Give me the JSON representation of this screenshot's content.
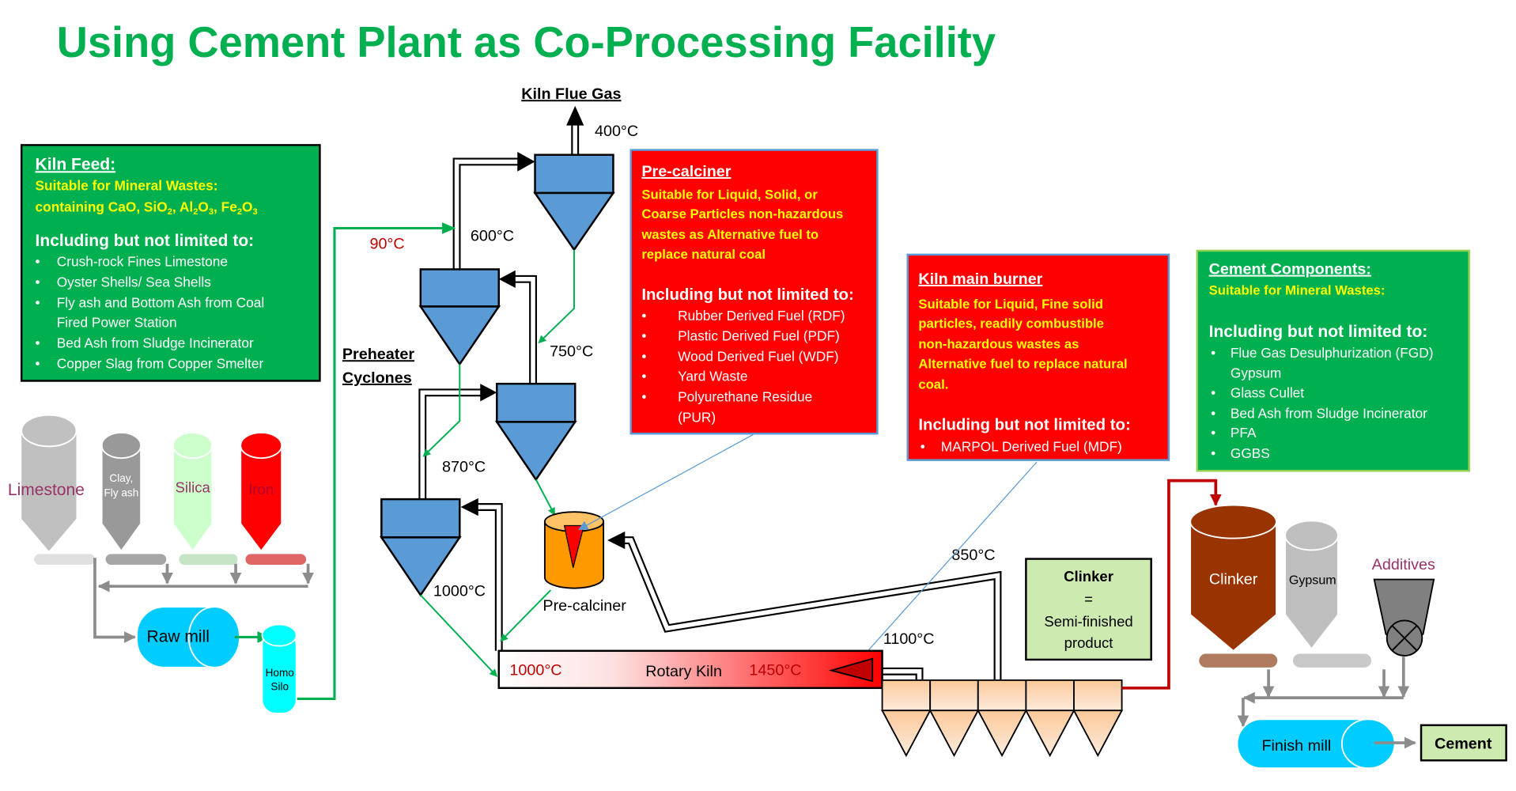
{
  "title": "Using Cement Plant as Co-Processing Facility",
  "colors": {
    "title_green": "#00B050",
    "box_green": "#00B050",
    "box_red": "#FF0000",
    "yellow_text": "#FFFF00",
    "cyclone_blue": "#5B9BD5",
    "flow_green": "#00B050",
    "clinker_red": "#C00000",
    "label_purple": "#993366"
  },
  "kiln_feed": {
    "title": "Kiln Feed:",
    "suitable": "Suitable for Mineral Wastes:",
    "formula": [
      "containing CaO, SiO",
      "2",
      ", Al",
      "2",
      "O",
      "3",
      ", Fe",
      "2",
      "O",
      "3"
    ],
    "including": "Including but not limited to:",
    "items": [
      "Crush-rock Fines Limestone",
      "Oyster Shells/ Sea Shells",
      "Fly ash and Bottom Ash from Coal",
      "Fired Power Station",
      "Bed Ash from Sludge Incinerator",
      "Copper Slag from Copper Smelter"
    ]
  },
  "precalciner_box": {
    "title": "Pre-calciner",
    "suitable": [
      "Suitable for Liquid, Solid, or",
      "Coarse Particles non-hazardous",
      "wastes as Alternative fuel to",
      "replace natural coal"
    ],
    "including": "Including but not limited to:",
    "items": [
      "Rubber Derived Fuel (RDF)",
      "Plastic Derived Fuel (PDF)",
      "Wood Derived Fuel (WDF)",
      "Yard Waste",
      "Polyurethane Residue",
      "(PUR)"
    ]
  },
  "burner_box": {
    "title": "Kiln main burner",
    "suitable": [
      "Suitable for Liquid, Fine solid",
      "particles, readily combustible",
      "non-hazardous wastes as",
      "Alternative fuel to replace natural",
      "coal."
    ],
    "including": "Including but not limited to:",
    "items": [
      "MARPOL Derived Fuel (MDF)"
    ]
  },
  "cement_box": {
    "title": "Cement Components:",
    "suitable": "Suitable for Mineral Wastes:",
    "including": "Including but not limited to:",
    "items": [
      "Flue Gas Desulphurization (FGD)",
      "Gypsum",
      "Glass Cullet",
      "Bed Ash from Sludge Incinerator",
      "PFA",
      "GGBS"
    ]
  },
  "labels": {
    "flue_gas": "Kiln Flue Gas",
    "preheater": "Preheater",
    "cyclones": "Cyclones",
    "precalciner": "Pre-calciner",
    "rotary_kiln": "Rotary Kiln",
    "limestone": "Limestone",
    "clay1": "Clay,",
    "clay2": "Fly ash",
    "silica": "Silica",
    "iron": "Iron",
    "raw_mill": "Raw mill",
    "homo1": "Homo",
    "homo2": "Silo",
    "clinker_silo": "Clinker",
    "gypsum": "Gypsum",
    "additives": "Additives",
    "finish_mill": "Finish mill",
    "cement": "Cement",
    "clinker_note": [
      "Clinker",
      "=",
      "Semi-finished",
      "product"
    ]
  },
  "temps": {
    "t400": "400°C",
    "t90": "90°C",
    "t600": "600°C",
    "t750": "750°C",
    "t870": "870°C",
    "t1000_cyc": "1000°C",
    "t850": "850°C",
    "t1100": "1100°C",
    "kiln_in": "1000°C",
    "kiln_hot": "1450°C"
  }
}
